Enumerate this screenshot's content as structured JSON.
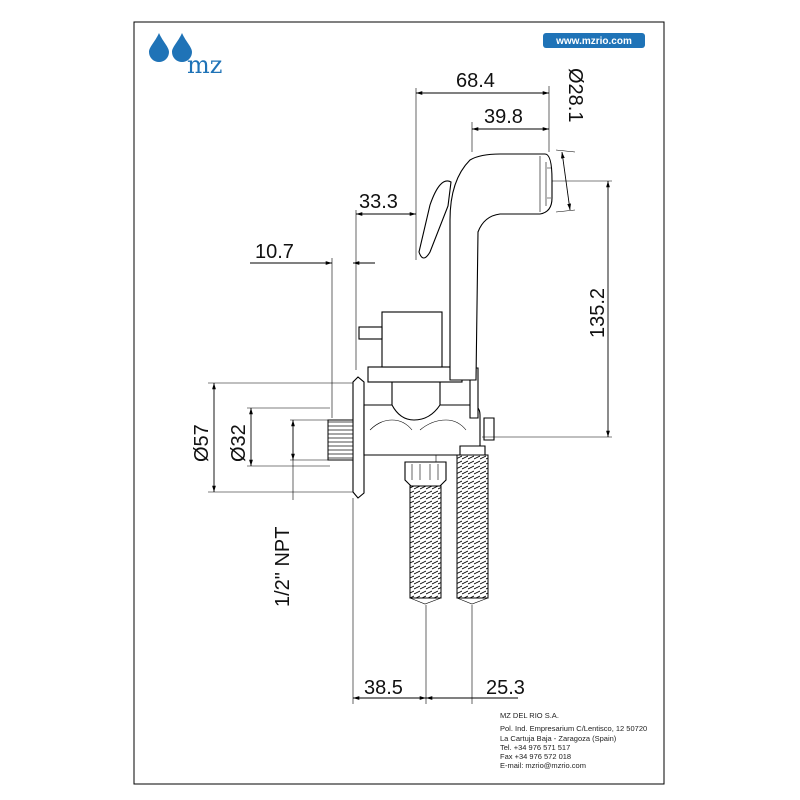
{
  "brand": {
    "logo_text": "mz",
    "website": "www.mzrio.com",
    "logo_color": "#1f73b7",
    "badge_color": "#1f73b7"
  },
  "dimensions": {
    "d_68_4": "68.4",
    "d_39_8": "39.8",
    "d_dia_28_1": "Ø28.1",
    "d_33_3": "33.3",
    "d_10_7": "10.7",
    "d_135_2": "135.2",
    "d_dia_57": "Ø57",
    "d_dia_32": "Ø32",
    "d_npt": "1/2\" NPT",
    "d_38_5": "38.5",
    "d_25_3": "25.3"
  },
  "company": {
    "name": "MZ DEL RIO S.A.",
    "address_1": "Pol. Ind. Empresarium C/Lentisco, 12  50720",
    "address_2": "La Cartuja Baja - Zaragoza (Spain)",
    "tel": "Tel. +34 976 571 517",
    "fax": "Fax +34 976 572 018",
    "email": "E-mail: mzrio@mzrio.com"
  }
}
